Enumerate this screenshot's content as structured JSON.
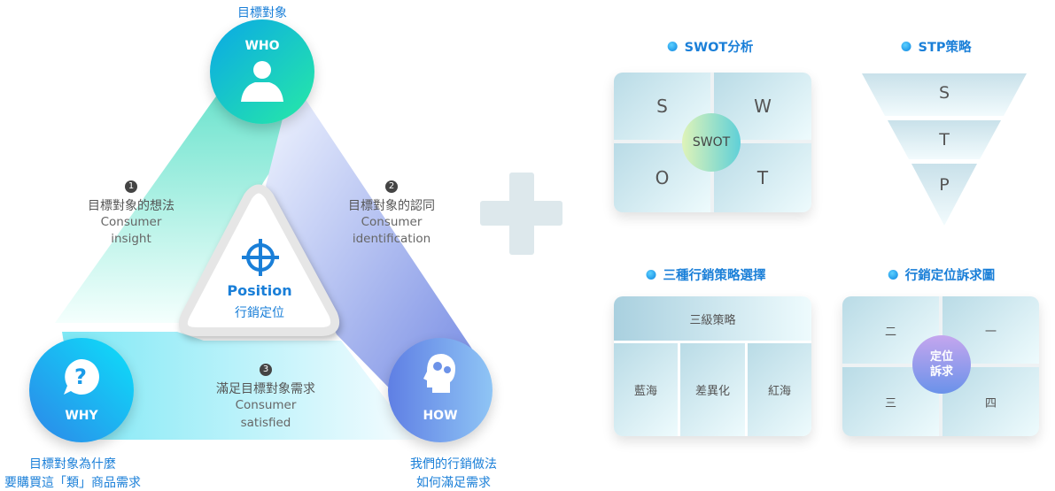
{
  "triangle": {
    "who": {
      "top_label": "目標對象",
      "title": "WHO"
    },
    "why": {
      "title": "WHY",
      "label_line1": "目標對象為什麼",
      "label_line2": "要購買這「類」商品需求"
    },
    "how": {
      "title": "HOW",
      "label_line1": "我們的行銷做法",
      "label_line2": "如何滿足需求"
    },
    "center": {
      "en": "Position",
      "zh": "行銷定位"
    },
    "edges": [
      {
        "num": "1",
        "zh": "目標對象的想法",
        "en1": "Consumer",
        "en2": "insight"
      },
      {
        "num": "2",
        "zh": "目標對象的認同",
        "en1": "Consumer",
        "en2": "identification"
      },
      {
        "num": "3",
        "zh": "滿足目標對象需求",
        "en1": "Consumer",
        "en2": "satisfied"
      }
    ]
  },
  "swot": {
    "title": "SWOT分析",
    "s": "S",
    "w": "W",
    "o": "O",
    "t": "T",
    "center": "SWOT"
  },
  "stp": {
    "title": "STP策略",
    "s": "S",
    "t": "T",
    "p": "P"
  },
  "three": {
    "title": "三種行銷策略選擇",
    "top": "三級策略",
    "cols": [
      "藍海",
      "差異化",
      "紅海"
    ]
  },
  "appeal": {
    "title": "行銷定位訴求圖",
    "q2": "二",
    "q1": "一",
    "q3": "三",
    "q4": "四",
    "center1": "定位",
    "center2": "訴求"
  },
  "colors": {
    "accent": "#1a7fd8"
  }
}
